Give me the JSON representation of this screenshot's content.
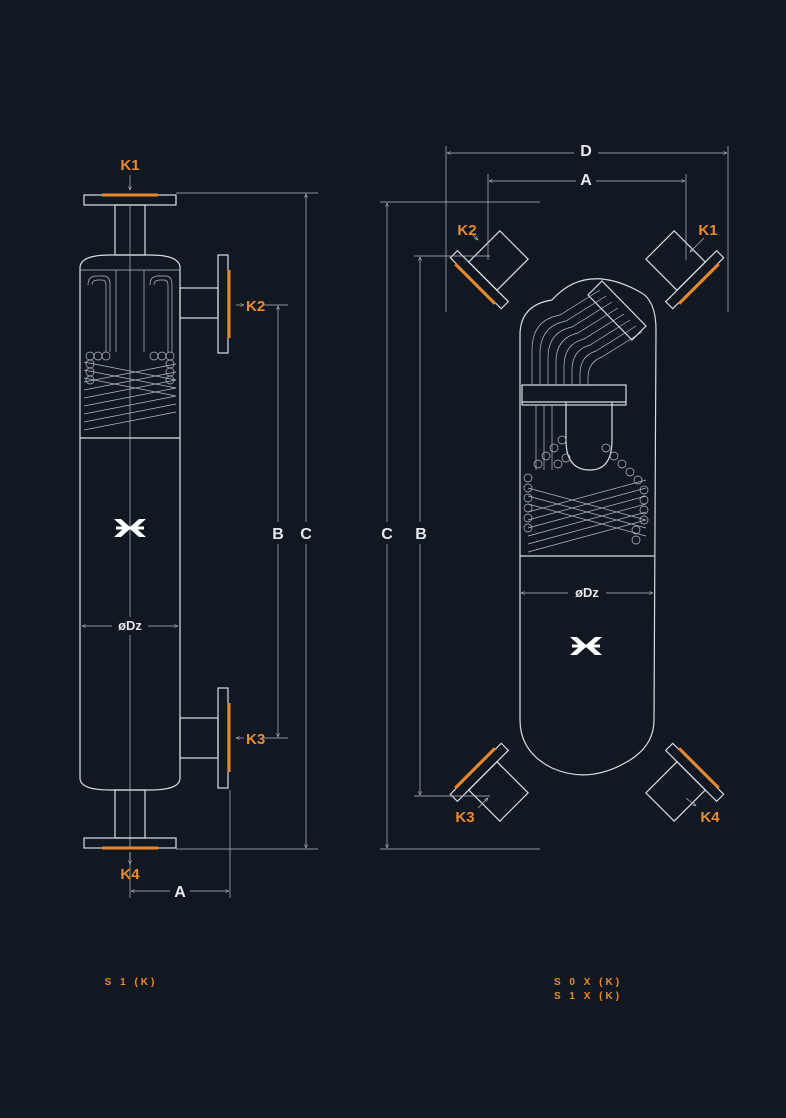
{
  "colors": {
    "background": "#121821",
    "line": "#d9dde3",
    "accent": "#ec8b2e"
  },
  "left_unit": {
    "k1": "K1",
    "k2": "K2",
    "k3": "K3",
    "k4": "K4",
    "dim_a": "A",
    "dim_b": "B",
    "dim_c": "C",
    "diameter": "øDz",
    "logo": "brand-logo-icon"
  },
  "right_unit": {
    "k1": "K1",
    "k2": "K2",
    "k3": "K3",
    "k4": "K4",
    "dim_a": "A",
    "dim_b": "B",
    "dim_c": "C",
    "dim_d": "D",
    "diameter": "øDz",
    "logo": "brand-logo-icon"
  },
  "captions": {
    "left": "S 1 (K)",
    "right_line1": "S 0 X (K)",
    "right_line2": "S 1 X (K)"
  }
}
